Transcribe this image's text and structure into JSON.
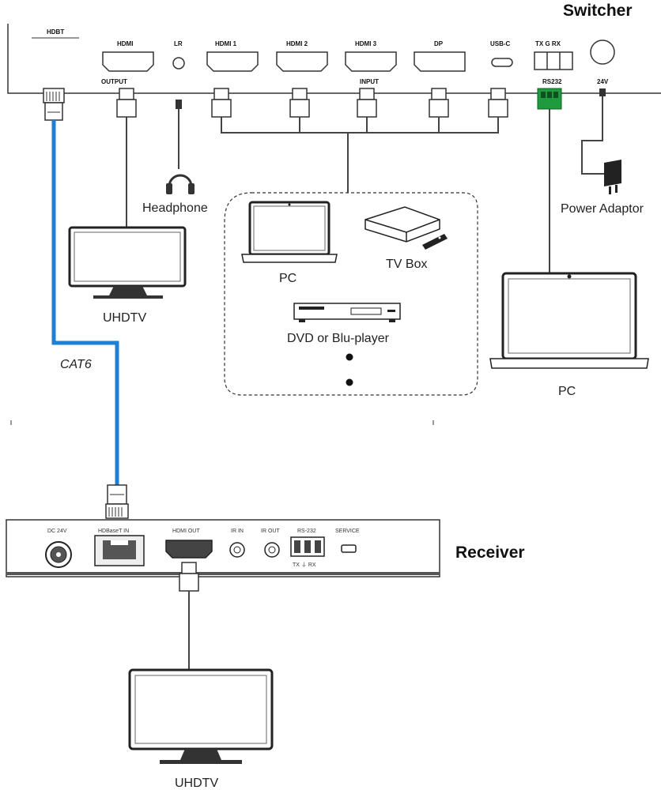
{
  "titles": {
    "switcher": "Switcher",
    "receiver": "Receiver"
  },
  "switcher_ports": {
    "hdbt": "HDBT",
    "hdmi": "HDMI",
    "lr": "LR",
    "hdmi1": "HDMI 1",
    "hdmi2": "HDMI 2",
    "hdmi3": "HDMI 3",
    "dp": "DP",
    "usbc": "USB-C",
    "rs232_pins": "TX  G  RX",
    "output": "OUTPUT",
    "input": "INPUT",
    "rs232": "RS232",
    "power": "24V"
  },
  "receiver_ports": {
    "dc": "DC 24V",
    "hdbaset_in": "HDBaseT IN",
    "hdmi_out": "HDMI OUT",
    "ir_in": "IR IN",
    "ir_out": "IR OUT",
    "rs232": "RS-232",
    "rs232_pins": "TX  ⏚  RX",
    "service": "SERVICE"
  },
  "devices": {
    "headphone": "Headphone",
    "uhdtv_top": "UHDTV",
    "pc_group": "PC",
    "tv_box": "TV Box",
    "dvd": "DVD or Blu-player",
    "pc_right": "PC",
    "power_adaptor": "Power Adaptor",
    "uhdtv_bottom": "UHDTV"
  },
  "cable": {
    "label": "CAT6",
    "color": "#1f7fd0"
  }
}
